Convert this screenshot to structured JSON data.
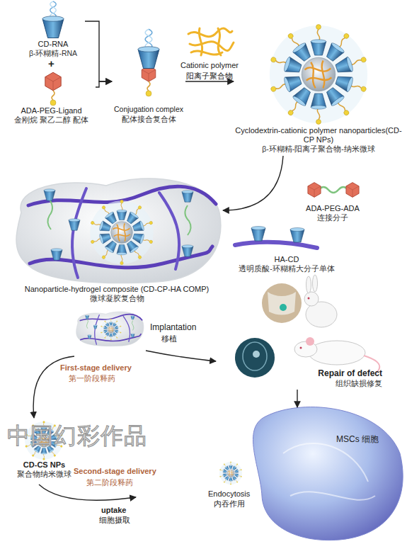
{
  "diagram": {
    "nodes": [
      {
        "text": [
          "CD-RNA",
          "β-环糊精-RNA"
        ]
      },
      {
        "text": [
          "ADA-PEG-Ligand",
          "金刚烷 聚乙二醇 配体"
        ]
      },
      {
        "text": [
          "Conjugation complex",
          "配体接合复合体"
        ]
      },
      {
        "text": [
          "Cyclodextrin-cationic polymer nanoparticles(CD-CP NPs)",
          "β-环糊精-阳离子聚合物-纳米微球"
        ]
      },
      {
        "text": [
          "ADA-PEG-ADA",
          "连接分子"
        ]
      },
      {
        "text": [
          "HA-CD",
          "透明质酸-环糊精大分子单体"
        ]
      },
      {
        "text": [
          "Nanoparticle-hydrogel composite (CD-CP-HA COMP)",
          "微球凝胶复合物"
        ]
      },
      {
        "text": [
          "Repair of defect",
          "组织缺损修复"
        ]
      },
      {
        "text": [
          "CD-CS NPs",
          "聚合物纳米微球"
        ]
      },
      {
        "text": [
          "MSCs 细胞"
        ]
      }
    ],
    "edges": [
      {
        "from": 0,
        "to": 2,
        "arrow": "to"
      },
      {
        "from": 1,
        "to": 2,
        "arrow": "to"
      },
      {
        "from": 2,
        "to": 3,
        "label": "Cationic polymer",
        "arrow": "to"
      },
      {
        "from": 3,
        "to": 6,
        "arrow": "to"
      },
      {
        "from": 7,
        "to": 9,
        "arrow": "to"
      }
    ],
    "labels": [
      "+",
      "阳离子聚合物",
      "Implantation",
      "移植",
      "First-stage delivery",
      "第一阶段释药",
      "Second-stage delivery",
      "第二阶段释药",
      "uptake",
      "细胞摄取",
      "Endocytosis",
      "内吞作用",
      "中国幻彩作品"
    ]
  }
}
